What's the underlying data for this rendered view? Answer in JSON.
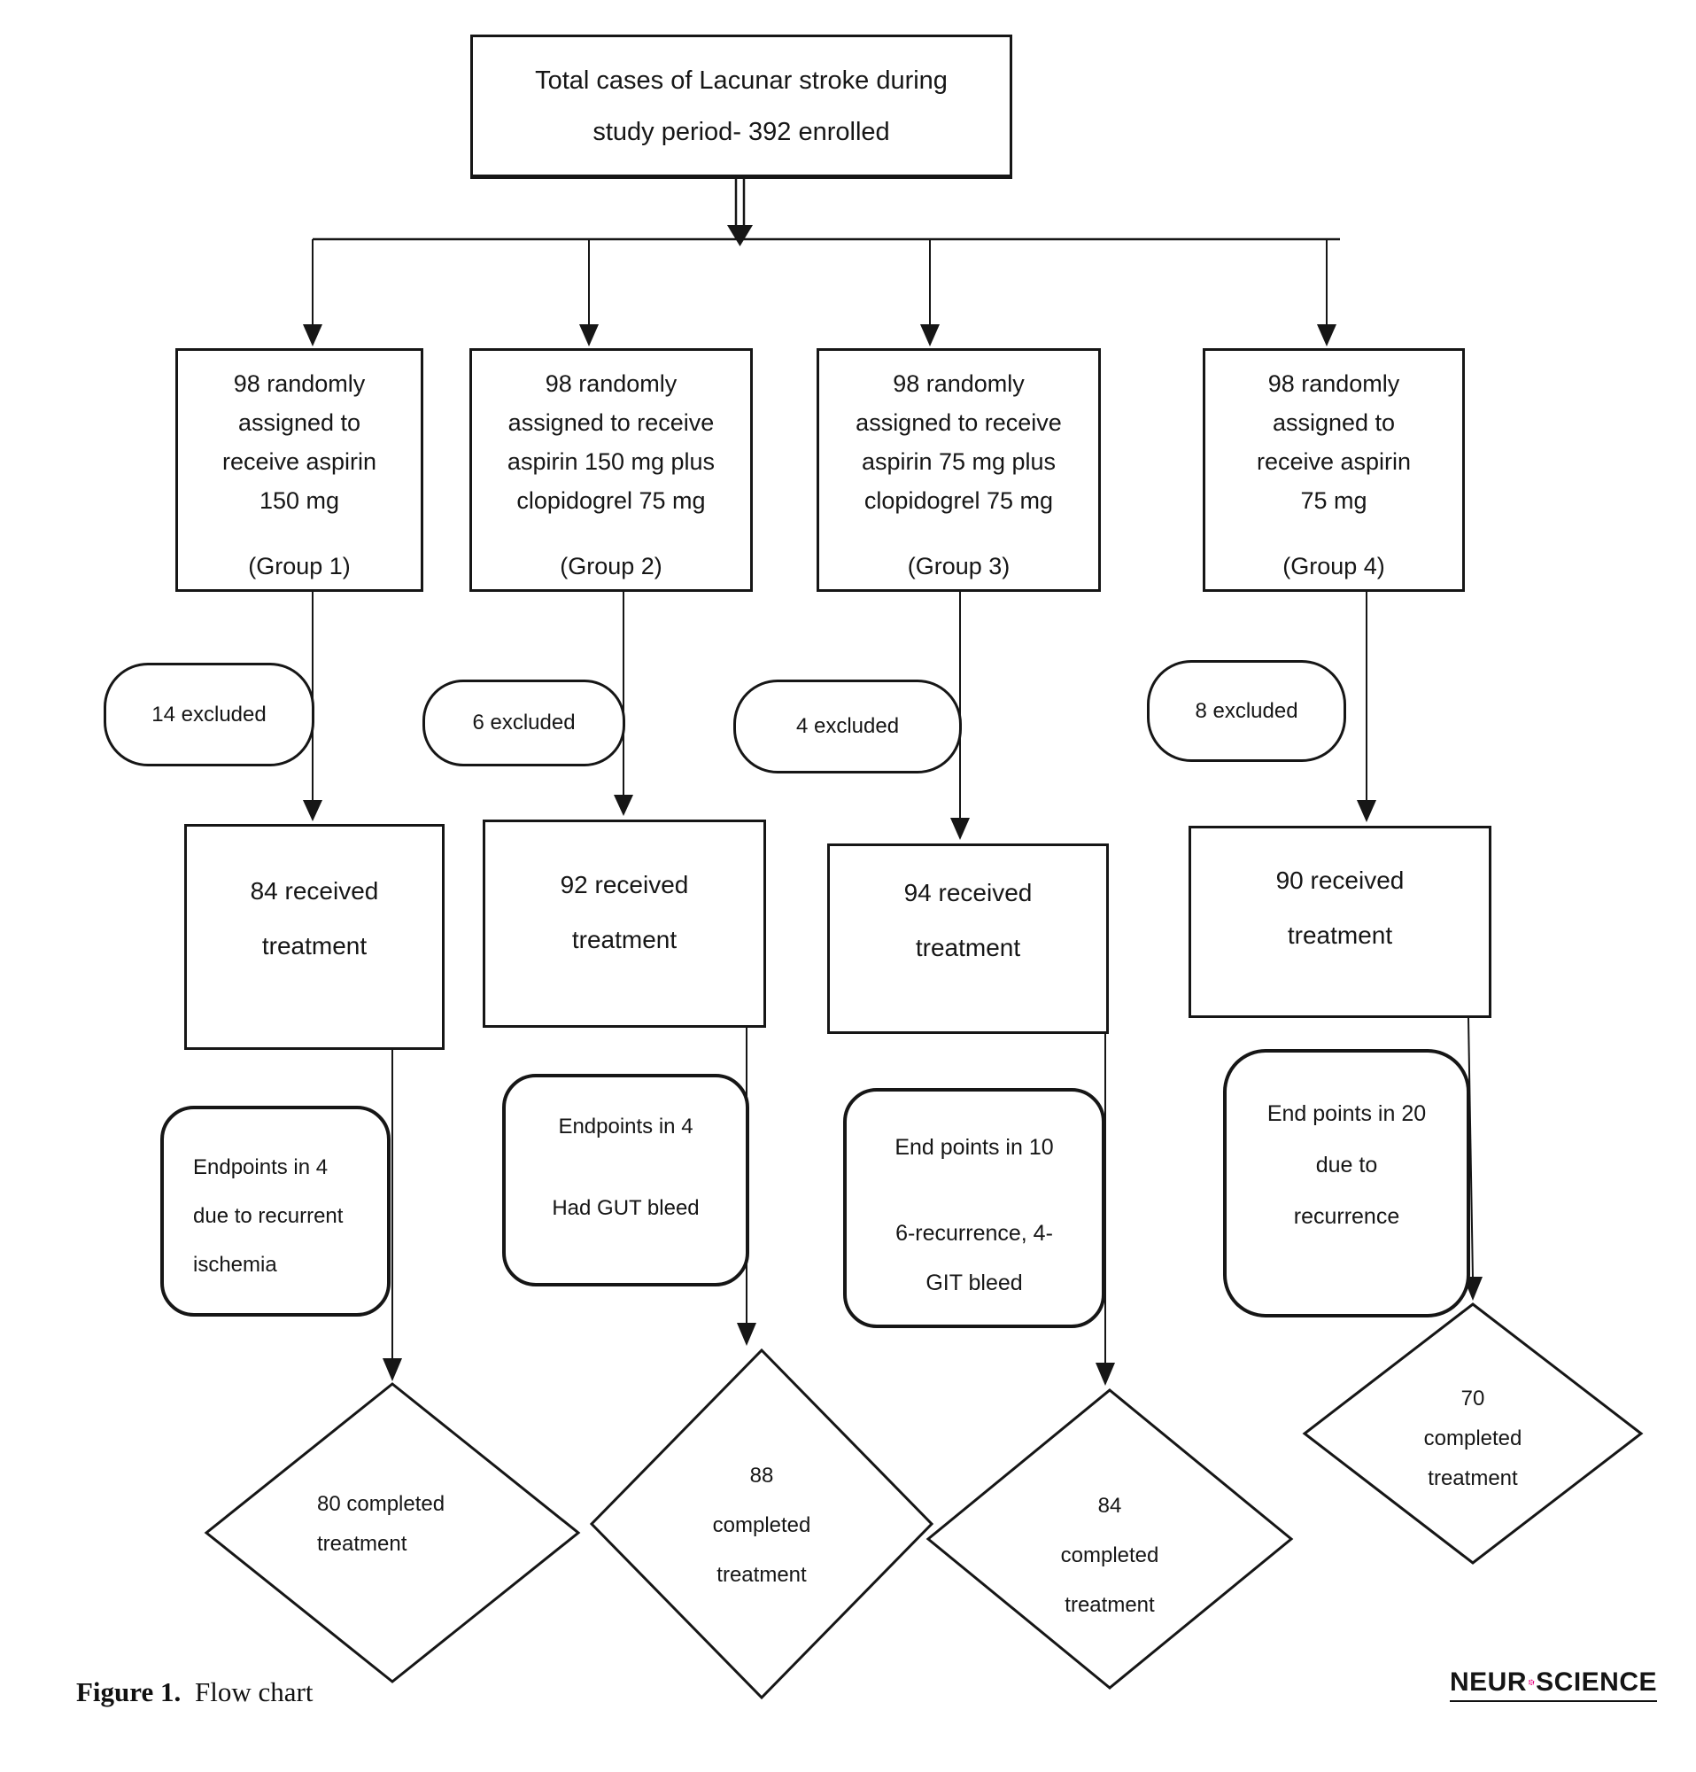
{
  "title_box": {
    "line1": "Total cases of Lacunar stroke during",
    "line2": "study period- 392 enrolled"
  },
  "groups": [
    {
      "l1": "98 randomly",
      "l2": "assigned to",
      "l3": "receive aspirin",
      "l4": "150 mg",
      "group": "(Group 1)"
    },
    {
      "l1": "98 randomly",
      "l2": "assigned to receive",
      "l3": "aspirin 150 mg plus",
      "l4": "clopidogrel 75 mg",
      "group": "(Group 2)"
    },
    {
      "l1": "98 randomly",
      "l2": "assigned to receive",
      "l3": "aspirin 75 mg plus",
      "l4": "clopidogrel 75 mg",
      "group": "(Group 3)"
    },
    {
      "l1": "98 randomly",
      "l2": "assigned to",
      "l3": "receive aspirin",
      "l4": "75 mg",
      "group": "(Group 4)"
    }
  ],
  "excluded": [
    {
      "label": "14 excluded"
    },
    {
      "label": "6 excluded"
    },
    {
      "label": "4 excluded"
    },
    {
      "label": "8 excluded"
    }
  ],
  "received": [
    {
      "l1": "84 received",
      "l2": "treatment"
    },
    {
      "l1": "92 received",
      "l2": "treatment"
    },
    {
      "l1": "94 received",
      "l2": "treatment"
    },
    {
      "l1": "90 received",
      "l2": "treatment"
    }
  ],
  "endpoints": [
    {
      "l1": "Endpoints in 4",
      "l2": "due to recurrent",
      "l3": "ischemia"
    },
    {
      "l1": "Endpoints in 4",
      "l2": "Had GUT bleed"
    },
    {
      "l1": "End points in 10",
      "l2": "6-recurrence, 4-",
      "l3": "GIT bleed"
    },
    {
      "l1": "End points in 20",
      "l2": "due to",
      "l3": "recurrence"
    }
  ],
  "completed": [
    {
      "l1": "80 completed",
      "l2": "treatment"
    },
    {
      "l1": "88",
      "l2": "completed",
      "l3": "treatment"
    },
    {
      "l1": "84",
      "l2": "completed",
      "l3": "treatment"
    },
    {
      "l1": "70",
      "l2": "completed",
      "l3": "treatment"
    }
  ],
  "caption": {
    "figure_label": "Figure 1.",
    "text": "Flow chart"
  },
  "logo": {
    "left": "NEUR",
    "right": "SCIENCE"
  },
  "colors": {
    "line": "#161616",
    "logo_pink": "#e6007e"
  }
}
